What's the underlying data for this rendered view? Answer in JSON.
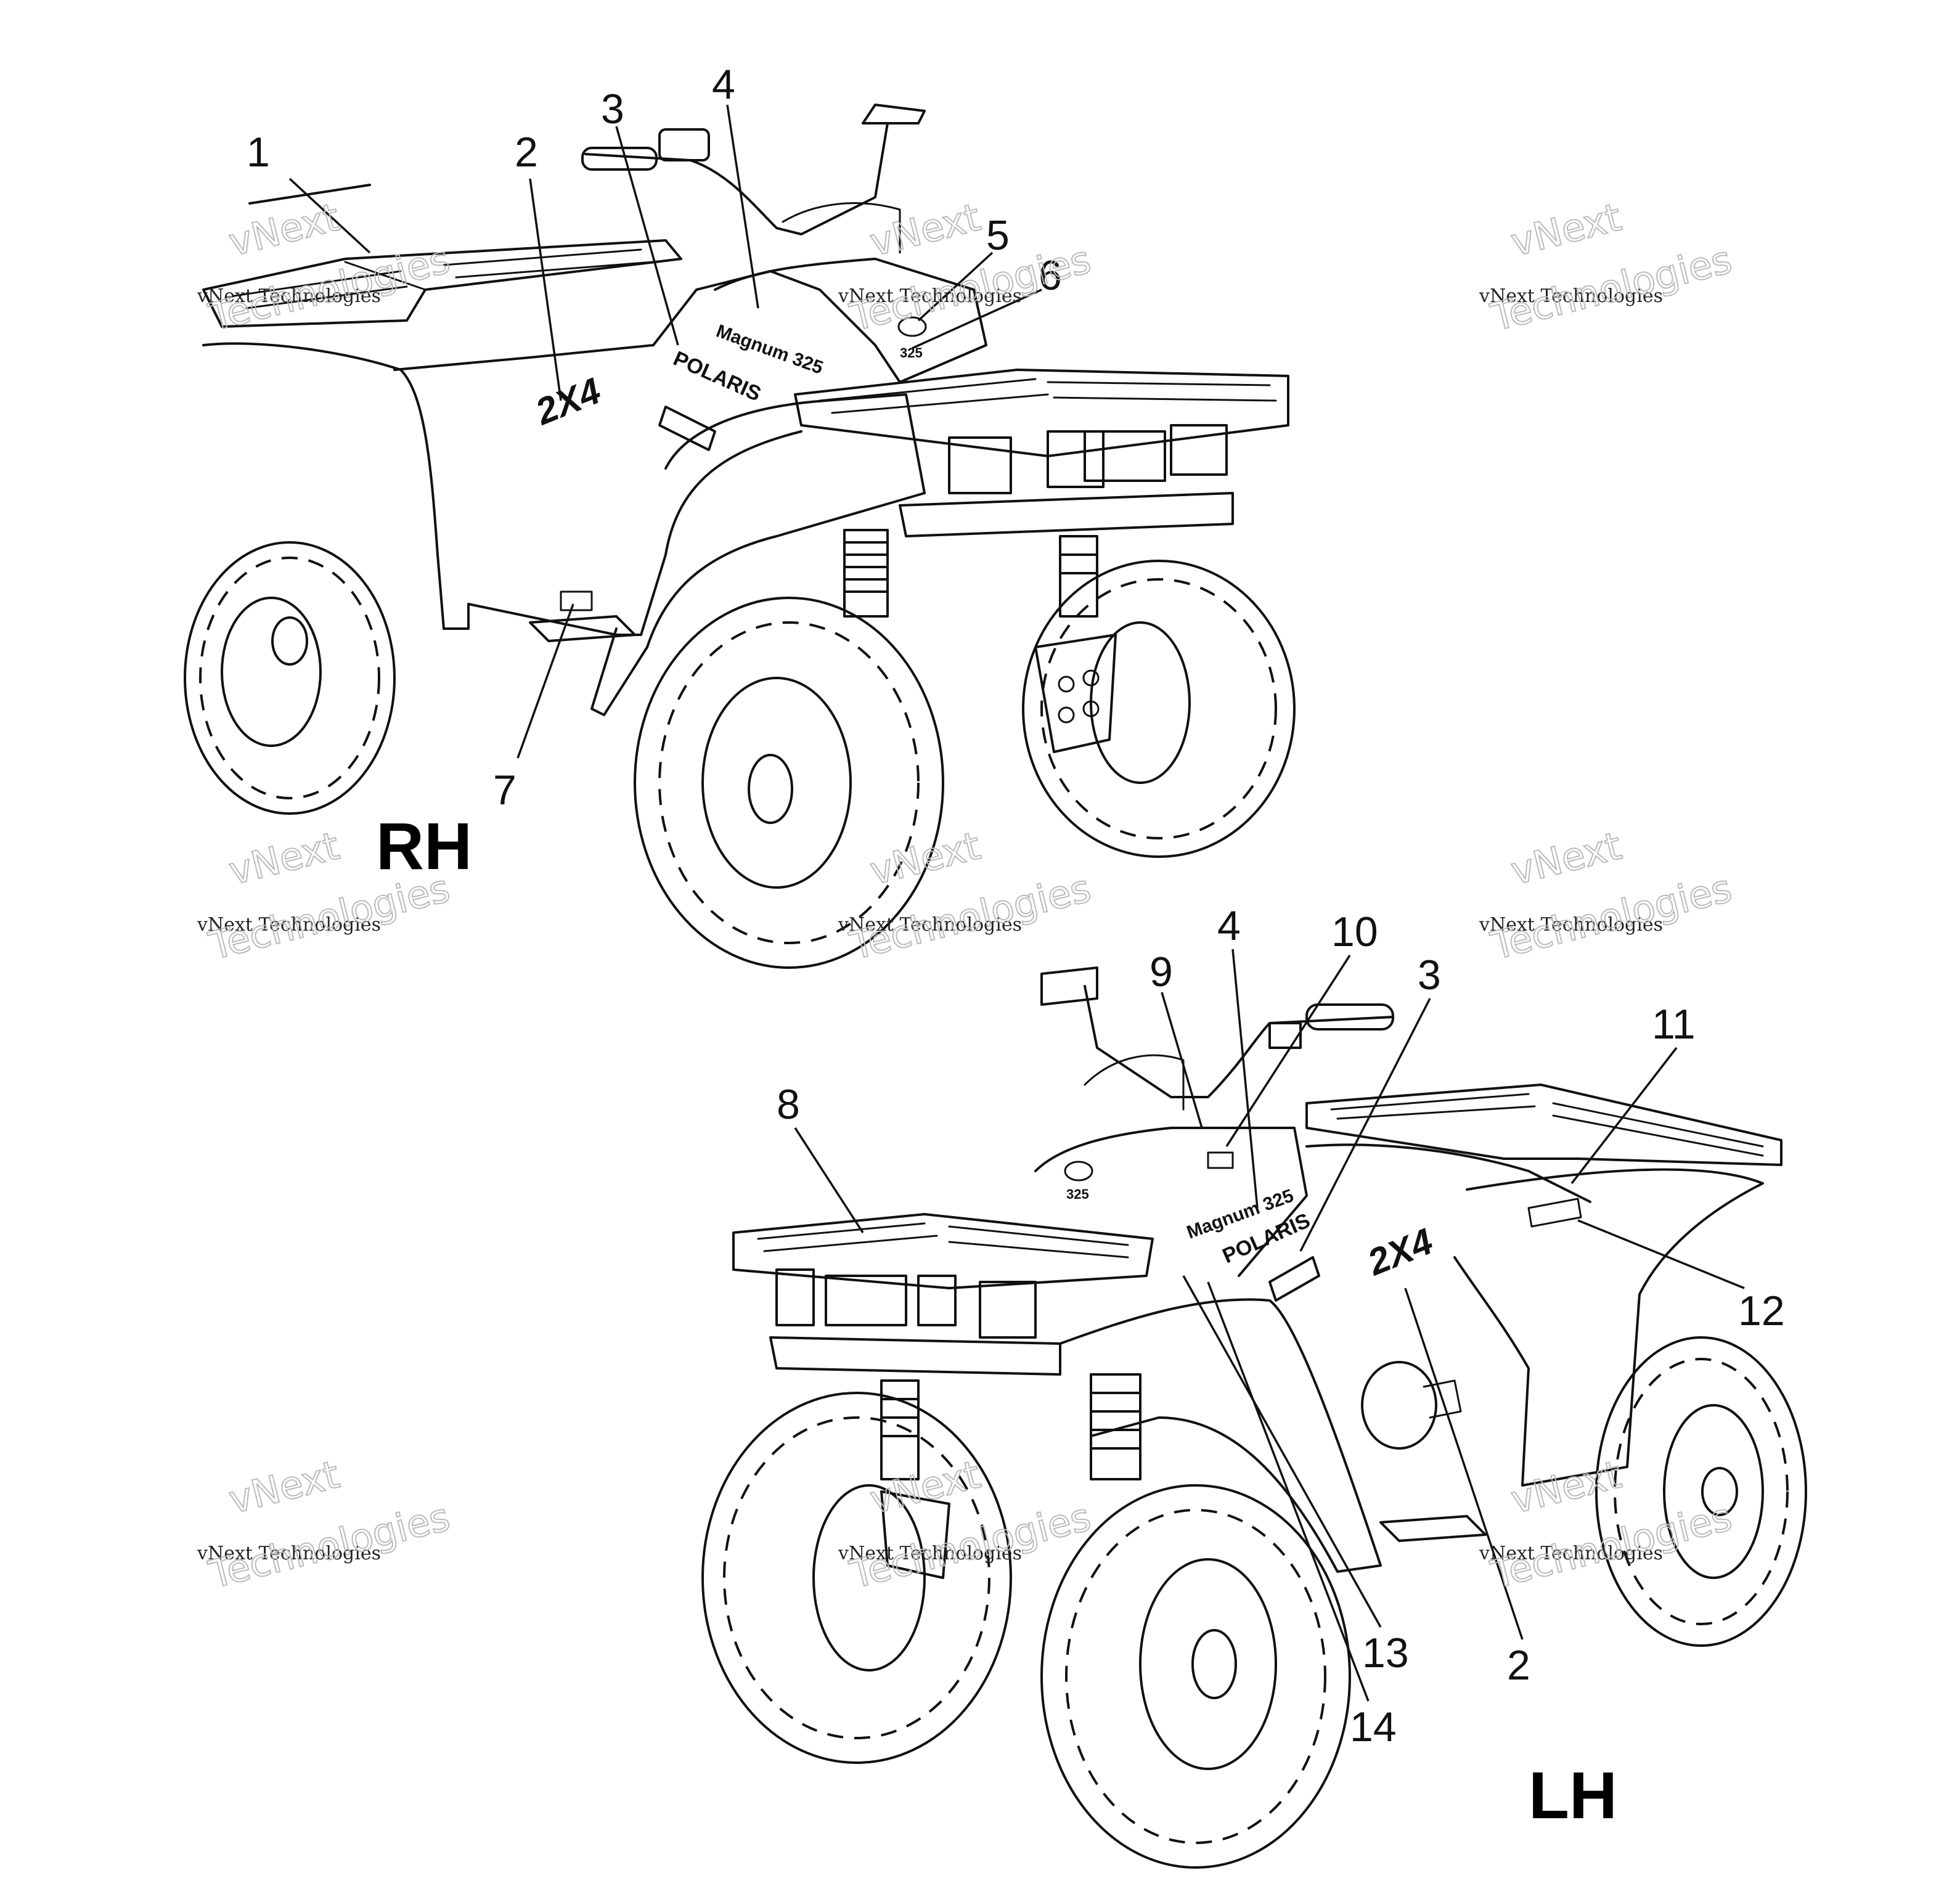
{
  "callouts": {
    "rh": [
      "1",
      "2",
      "3",
      "4",
      "5",
      "6",
      "7"
    ],
    "lh": [
      "4",
      "10",
      "9",
      "3",
      "11",
      "8",
      "12",
      "13",
      "2",
      "14"
    ]
  },
  "view_labels": {
    "rh": "RH",
    "lh": "LH"
  },
  "decals": {
    "brand": "POLARIS",
    "model": "Magnum 325",
    "drive": "2X4",
    "badge": "325"
  },
  "watermark": {
    "line1": "vNext",
    "line2": "vNext Technologies",
    "line3": "Technologies"
  }
}
